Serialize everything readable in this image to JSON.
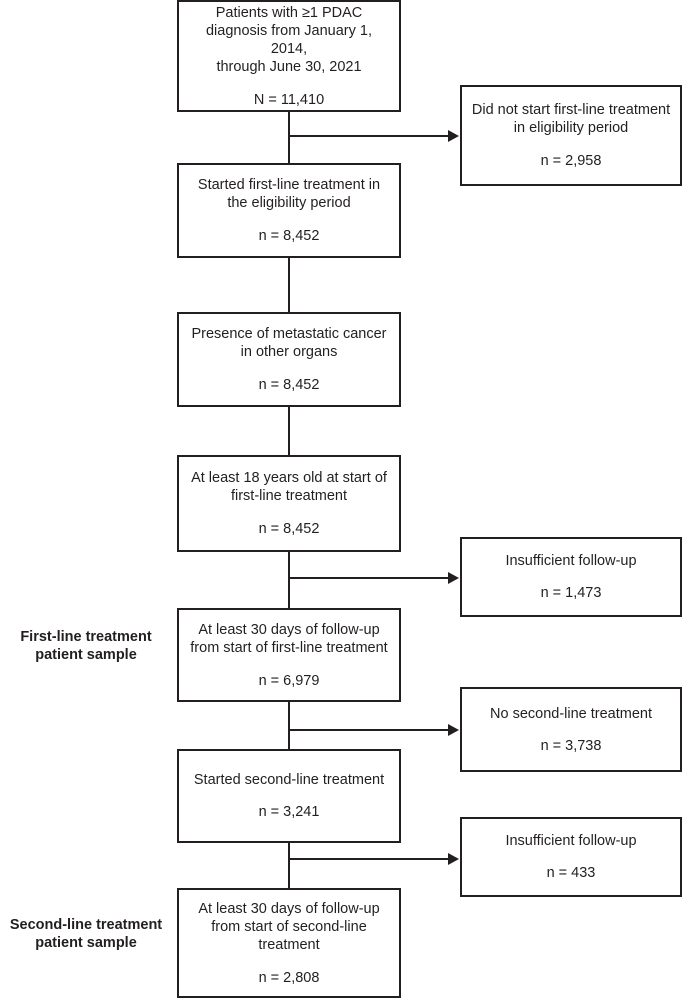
{
  "figure": {
    "type": "flowchart",
    "kind": "patient-attrition-consort-diagram",
    "colors": {
      "stroke": "#231f20",
      "background": "#ffffff",
      "text": "#231f20"
    }
  },
  "main_nodes": [
    {
      "id": "node-cohort",
      "title": "Patients with ≥1 PDAC\ndiagnosis from January 1, 2014,\nthrough June 30, 2021",
      "count": "N = 11,410"
    },
    {
      "id": "node-started-first-line",
      "title": "Started first-line treatment in\nthe eligibility period",
      "count": "n = 8,452"
    },
    {
      "id": "node-metastatic",
      "title": "Presence of metastatic cancer\nin other organs",
      "count": "n = 8,452"
    },
    {
      "id": "node-age",
      "title": "At least 18 years old at start of\nfirst-line treatment",
      "count": "n = 8,452"
    },
    {
      "id": "node-followup-first-line",
      "title": "At least 30 days of follow-up\nfrom start of first-line treatment",
      "count": "n = 6,979"
    },
    {
      "id": "node-started-second-line",
      "title": "Started second-line treatment",
      "count": "n = 3,241"
    },
    {
      "id": "node-followup-second-line",
      "title": "At least 30 days of follow-up\nfrom start of second-line\ntreatment",
      "count": "n = 2,808"
    }
  ],
  "exclusion_nodes": [
    {
      "id": "excl-no-first-line",
      "title": "Did not start first-line treatment\nin eligibility period",
      "count": "n = 2,958"
    },
    {
      "id": "excl-insufficient-followup-1",
      "title": "Insufficient follow-up",
      "count": "n = 1,473"
    },
    {
      "id": "excl-no-second-line",
      "title": "No second-line treatment",
      "count": "n = 3,738"
    },
    {
      "id": "excl-insufficient-followup-2",
      "title": "Insufficient follow-up",
      "count": "n = 433"
    }
  ],
  "sample_labels": [
    {
      "id": "label-first-line-sample",
      "text": "First-line treatment\npatient sample"
    },
    {
      "id": "label-second-line-sample",
      "text": "Second-line treatment\npatient sample"
    }
  ]
}
